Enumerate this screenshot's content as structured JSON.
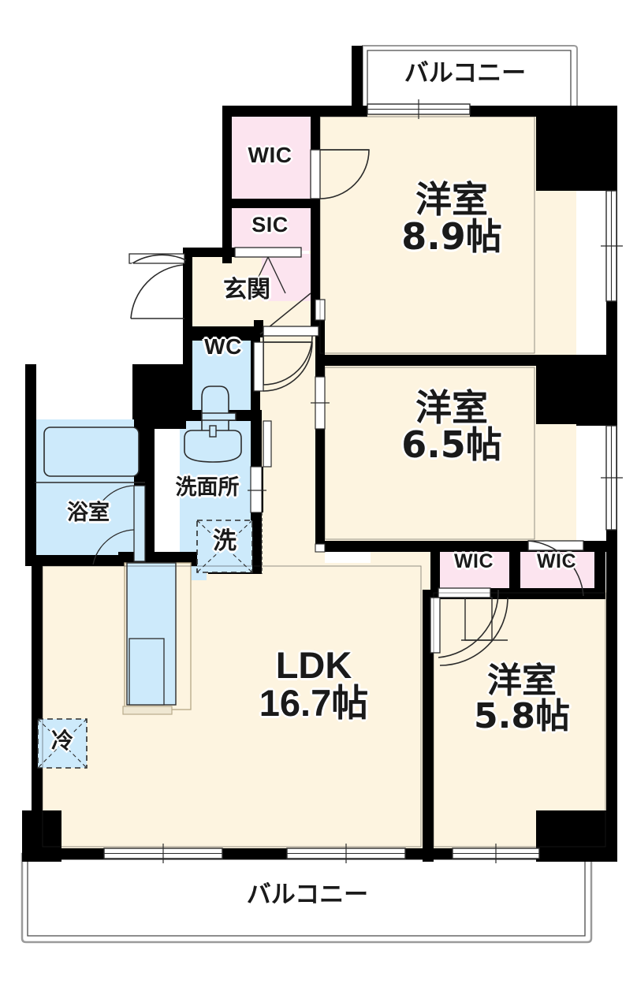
{
  "plan": {
    "type": "japanese-apartment-floor-plan",
    "layout_code": "3LDK",
    "units": "帖 (tatami mats)",
    "colors": {
      "wall": "#000000",
      "floor_beige": "#FDF4E0",
      "closet_pink": "#FCE4EF",
      "water_blue": "#CDEAFB",
      "outline_gray": "#9a9a9a",
      "text": "#1a1a1a",
      "halo": "#ffffff"
    },
    "balconies": [
      {
        "name": "balcony-top",
        "label": "バルコニー"
      },
      {
        "name": "balcony-bottom",
        "label": "バルコニー"
      }
    ],
    "rooms": [
      {
        "name": "room-washitsu-89",
        "label": "洋室",
        "size": "8.9帖",
        "lines": [
          "洋室",
          "8.9帖"
        ]
      },
      {
        "name": "room-washitsu-65",
        "label": "洋室",
        "size": "6.5帖",
        "lines": [
          "洋室",
          "6.5帖"
        ]
      },
      {
        "name": "room-washitsu-58",
        "label": "洋室",
        "size": "5.8帖",
        "lines": [
          "洋室",
          "5.8帖"
        ]
      },
      {
        "name": "room-ldk",
        "label": "LDK",
        "size": "16.7帖",
        "lines": [
          "LDK",
          "16.7帖"
        ]
      }
    ],
    "spaces": [
      {
        "name": "closet-wic-top",
        "label": "WIC"
      },
      {
        "name": "closet-sic",
        "label": "SIC"
      },
      {
        "name": "entrance-genkan",
        "label": "玄関"
      },
      {
        "name": "toilet-wc",
        "label": "WC"
      },
      {
        "name": "bathroom-yokushitsu",
        "label": "浴室"
      },
      {
        "name": "washroom-senmenjo",
        "label": "洗面所"
      },
      {
        "name": "washer-space",
        "label": "洗"
      },
      {
        "name": "fridge-space",
        "label": "冷"
      },
      {
        "name": "closet-wic-left",
        "label": "WIC"
      },
      {
        "name": "closet-wic-right",
        "label": "WIC"
      }
    ],
    "fixtures": [
      {
        "name": "bathtub",
        "kind": "tub"
      },
      {
        "name": "toilet-bowl",
        "kind": "toilet"
      },
      {
        "name": "vanity-sink",
        "kind": "sink"
      },
      {
        "name": "kitchen-counter",
        "kind": "counter"
      },
      {
        "name": "kitchen-sink",
        "kind": "sink"
      }
    ]
  }
}
